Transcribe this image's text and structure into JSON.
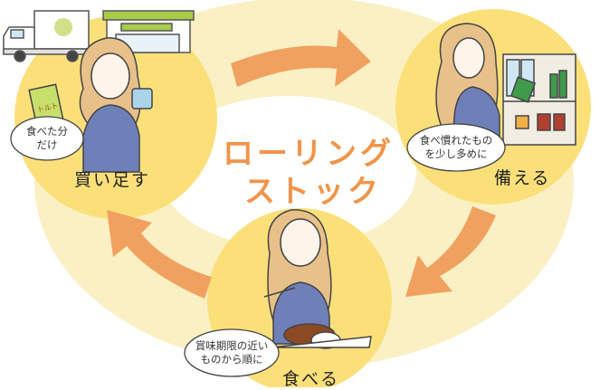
{
  "center": {
    "line1": "ローリング",
    "line2": "ストック"
  },
  "steps": {
    "buy": {
      "label": "買い足す",
      "bubble": [
        "食べた分",
        "だけ"
      ],
      "can_label": "トルト"
    },
    "prepare": {
      "label": "備える",
      "bubble": [
        "食べ慣れたもの",
        "を少し多めに"
      ]
    },
    "eat": {
      "label": "食べる",
      "bubble": [
        "賞味期限の近い",
        "ものから順に"
      ]
    }
  },
  "colors": {
    "ring": "#fbf0c4",
    "circle": "#fbe07a",
    "arrow": "#f1a15f",
    "title": "#f0944a",
    "hair": "#e8c08a",
    "shirt": "#6f7fb8",
    "store_green": "#a8cc4a"
  }
}
